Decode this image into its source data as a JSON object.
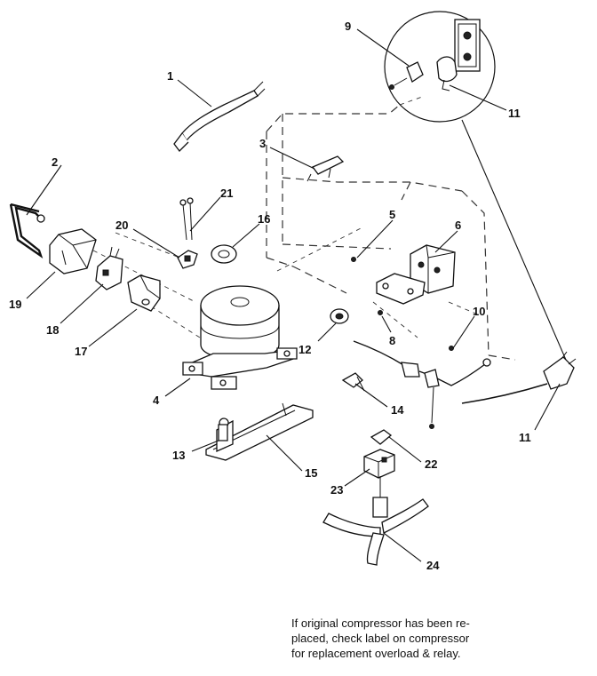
{
  "callouts": {
    "c1": "1",
    "c2": "2",
    "c3": "3",
    "c4": "4",
    "c5": "5",
    "c6": "6",
    "c8": "8",
    "c9": "9",
    "c10": "10",
    "c11a": "11",
    "c11b": "11",
    "c12": "12",
    "c13": "13",
    "c14": "14",
    "c15": "15",
    "c16": "16",
    "c17": "17",
    "c18": "18",
    "c19": "19",
    "c20": "20",
    "c21": "21",
    "c22": "22",
    "c23": "23",
    "c24": "24"
  },
  "note": {
    "line1": "If original compressor has been re-",
    "line2": "placed, check label on compressor",
    "line3": "for replacement overload & relay."
  }
}
